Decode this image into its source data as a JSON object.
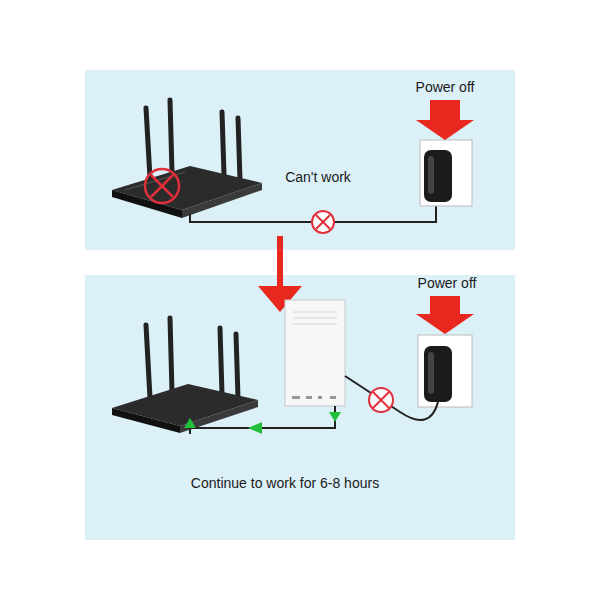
{
  "diagram": {
    "labels": [
      "Power off",
      "Can't work",
      "Power off",
      "Continue to work for 6-8 hours"
    ]
  }
}
